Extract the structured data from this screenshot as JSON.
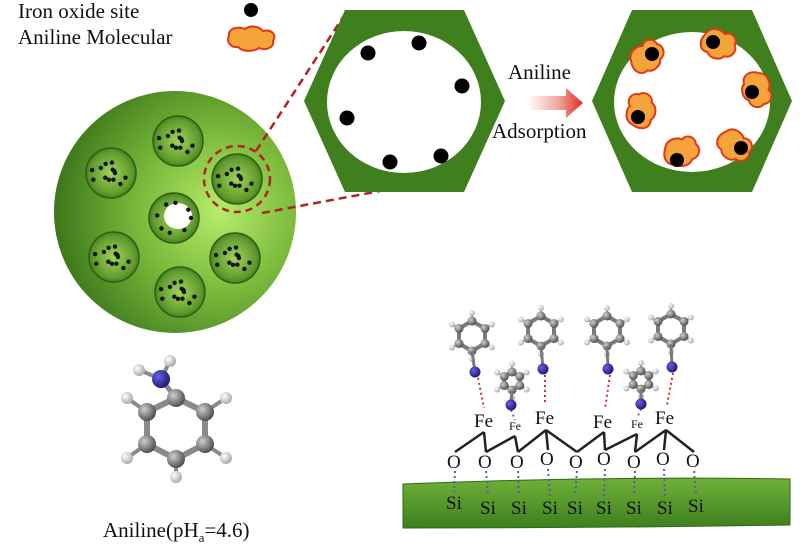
{
  "legend": {
    "iron_site_label": "Iron oxide site",
    "aniline_label": "Aniline Molecular"
  },
  "process": {
    "line1": "Aniline",
    "line2": "Adsorption"
  },
  "molecule": {
    "caption_prefix": "Aniline(pH",
    "caption_sub": "a",
    "caption_suffix": "=4.6)"
  },
  "surface": {
    "fe_large": [
      "Fe",
      "Fe",
      "Fe",
      "Fe"
    ],
    "fe_small": [
      "Fe",
      "Fe"
    ],
    "oxygen": [
      "O",
      "O",
      "O",
      "O",
      "O",
      "O",
      "O",
      "O",
      "O"
    ],
    "silicon": [
      "Si",
      "Si",
      "Si",
      "Si",
      "Si",
      "Si",
      "Si",
      "Si",
      "Si"
    ]
  },
  "colors": {
    "green_dark": "#3f7f1e",
    "green_light": "#9fd45a",
    "red_dashed": "#b22222",
    "orange": "#f4a43a",
    "orange_edge": "#e03818",
    "nitrogen": "#2b2196",
    "carbon": "#6e6e6e",
    "hydrogen": "#f2f2f2"
  }
}
